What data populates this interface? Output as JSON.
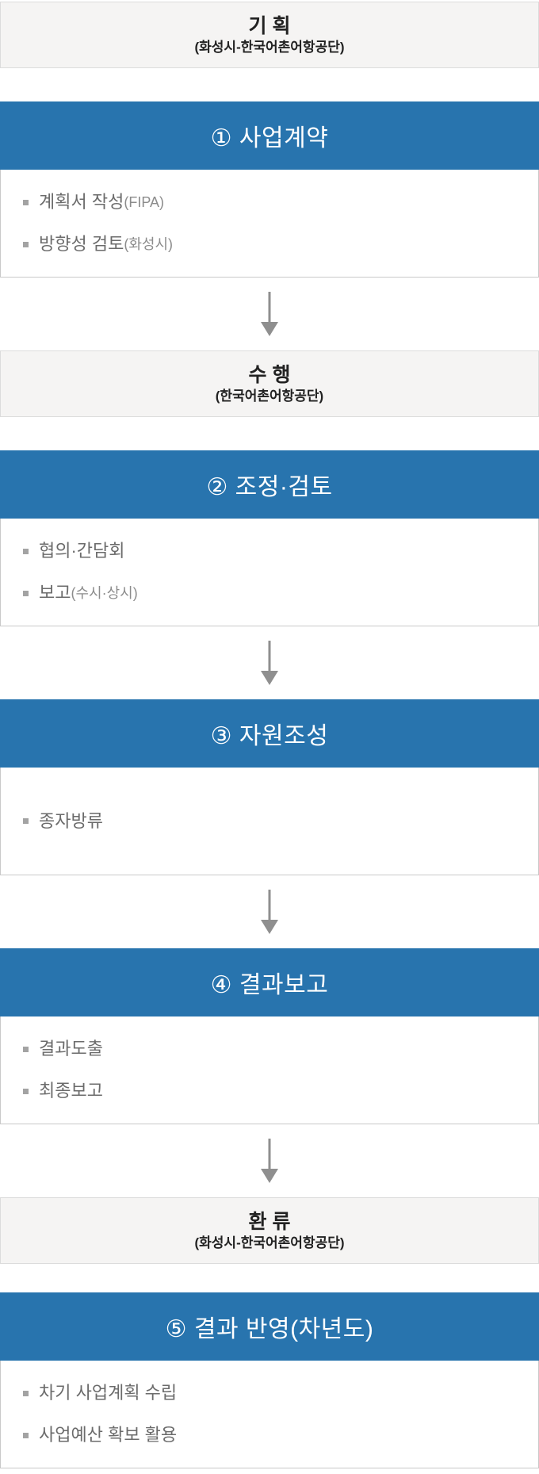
{
  "colors": {
    "accent_blue": "#2874ae",
    "stage_bg": "#f5f4f3",
    "stage_border": "#dcdcdc",
    "box_border": "#c9c9c9",
    "stage_text": "#222222",
    "item_text": "#6b6b6b",
    "item_note_text": "#8c8c8c",
    "arrow_gray": "#8f8f8f"
  },
  "flow": {
    "stage_plan": {
      "title": "기 획",
      "subtitle": "(화성시-한국어촌어항공단)"
    },
    "stage_execute": {
      "title": "수 행",
      "subtitle": "(한국어촌어항공단)"
    },
    "stage_feedback": {
      "title": "환 류",
      "subtitle": "(화성시-한국어촌어항공단)"
    },
    "steps": [
      {
        "header": "① 사업계약",
        "items": [
          {
            "text": "계획서 작성",
            "note": "(FIPA)"
          },
          {
            "text": "방향성 검토",
            "note": "(화성시)"
          }
        ]
      },
      {
        "header": "② 조정·검토",
        "items": [
          {
            "text": "협의·간담회",
            "note": ""
          },
          {
            "text": "보고",
            "note": "(수시·상시)"
          }
        ]
      },
      {
        "header": "③ 자원조성",
        "items": [
          {
            "text": "종자방류",
            "note": ""
          }
        ]
      },
      {
        "header": "④ 결과보고",
        "items": [
          {
            "text": "결과도출",
            "note": ""
          },
          {
            "text": "최종보고",
            "note": ""
          }
        ]
      },
      {
        "header": "⑤ 결과 반영(차년도)",
        "items": [
          {
            "text": "차기 사업계획 수립",
            "note": ""
          },
          {
            "text": "사업예산 확보 활용",
            "note": ""
          }
        ]
      }
    ]
  }
}
